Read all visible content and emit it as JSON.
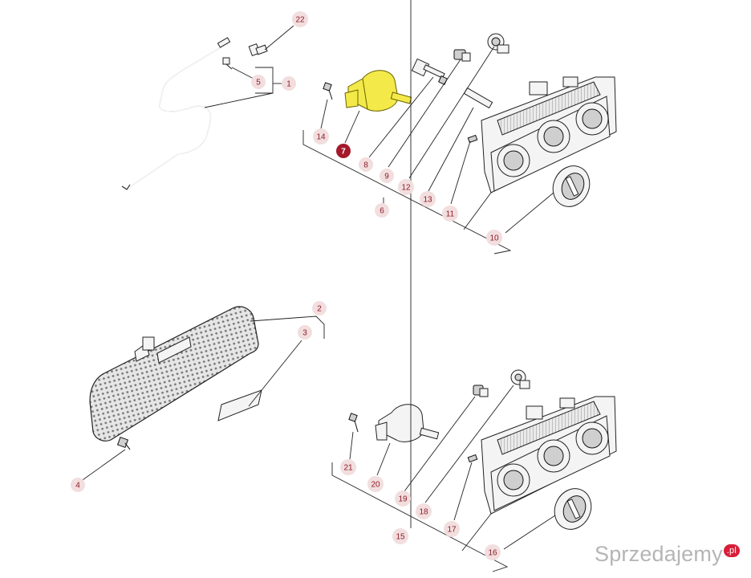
{
  "watermark": {
    "text": "Sprzedajemy",
    "badge": ".pl"
  },
  "colors": {
    "callout_fill": "#f2dede",
    "callout_text": "#8c1d2b",
    "active_fill": "#a3192b",
    "highlight_part": "#f3ea4a"
  },
  "callouts": {
    "c22": "22",
    "c5": "5",
    "c1": "1",
    "c14": "14",
    "c7": "7",
    "c8": "8",
    "c9": "9",
    "c12": "12",
    "c13": "13",
    "c11": "11",
    "c6": "6",
    "c10": "10",
    "c2": "2",
    "c3": "3",
    "c4": "4",
    "c21": "21",
    "c20": "20",
    "c19": "19",
    "c18": "18",
    "c17": "17",
    "c15": "15",
    "c16": "16"
  },
  "highlighted_callout": "7"
}
